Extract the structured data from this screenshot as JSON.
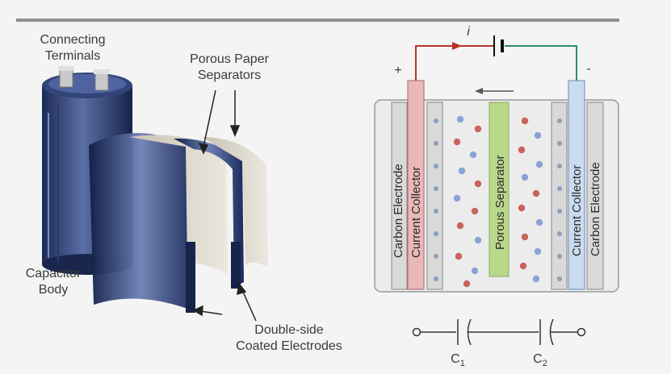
{
  "left_diagram": {
    "labels": {
      "connecting_terminals": "Connecting\nTerminals",
      "porous_paper_separators": "Porous Paper\nSeparators",
      "capacitor_body": "Capacitor\nBody",
      "double_side_electrodes": "Double-side\nCoated Electrodes"
    }
  },
  "right_diagram": {
    "current_label": "i",
    "plus_sign": "+",
    "minus_sign": "-",
    "layers": {
      "carbon_electrode_left": "Carbon Electrode",
      "current_collector_left": "Current Collector",
      "porous_separator": "Porous Separator",
      "current_collector_right": "Current Collector",
      "carbon_electrode_right": "Carbon Electrode"
    },
    "colors": {
      "collector_left": "#e9b8b8",
      "separator": "#b9d88a",
      "collector_right": "#c9dcef",
      "carbon": "#d9d9d9",
      "ion_red": "#c9645a",
      "ion_blue": "#8aa3d6"
    }
  },
  "circuit": {
    "c1_label": "C",
    "c1_sub": "1",
    "c2_label": "C",
    "c2_sub": "2"
  }
}
